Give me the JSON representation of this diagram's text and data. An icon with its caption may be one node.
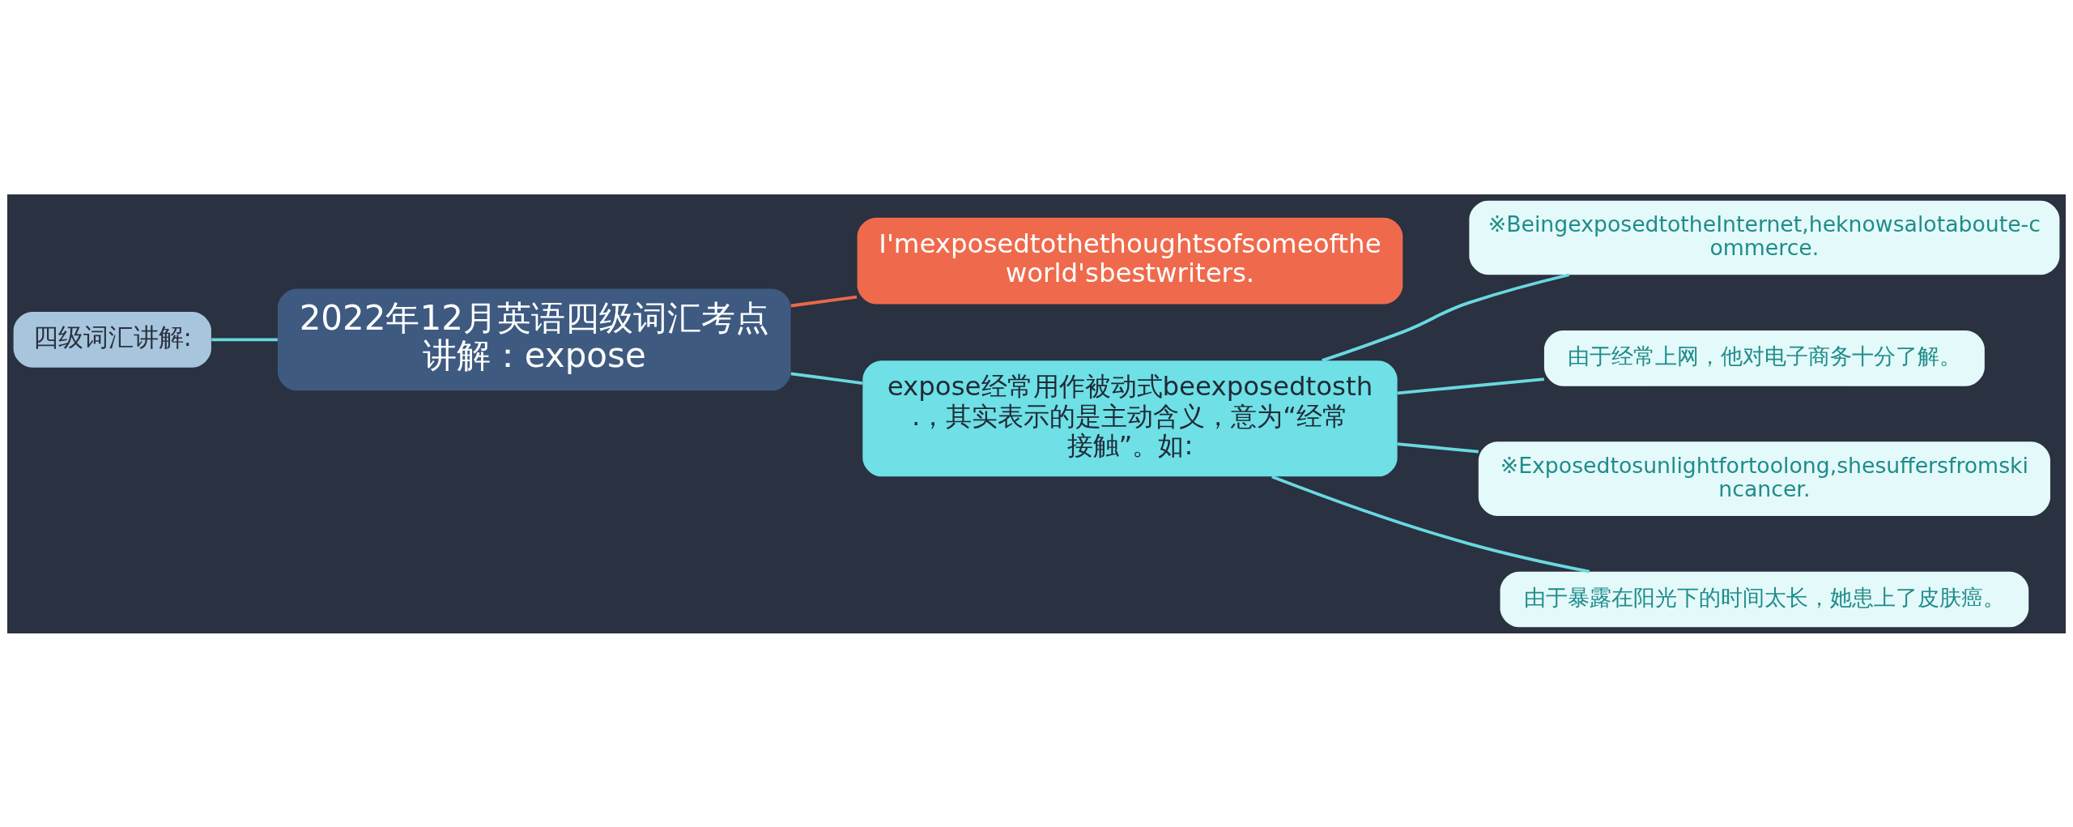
{
  "diagram": {
    "nodes": [
      {
        "text": [
          "四级词汇讲解:"
        ]
      },
      {
        "text": [
          "2022年12月英语四级词汇考点讲解：expose"
        ]
      },
      {
        "text": [
          "I'mexposedtothethoughtsofsomeoftheworld'sbestwriters."
        ]
      },
      {
        "text": [
          "expose经常用作被动式beexposedtosth.，其实表示的是主动含义，意为“经常接触”。如:"
        ]
      },
      {
        "text": [
          "※BeingexposedtotheInternet,heknowsalotaboute-commerce."
        ]
      },
      {
        "text": [
          "由于经常上网，他对电子商务十分了解。"
        ]
      },
      {
        "text": [
          "※Exposedtosunlightfortoolong,shesuffersfromskincancer."
        ]
      },
      {
        "text": [
          "由于暴露在阳光下的时间太长，她患上了皮肤癌。"
        ]
      }
    ],
    "edges": [
      {
        "from": 0,
        "to": 1,
        "arrow": "none"
      },
      {
        "from": 1,
        "to": 2,
        "arrow": "none",
        "color": "#e8694a"
      },
      {
        "from": 1,
        "to": 3,
        "arrow": "none"
      },
      {
        "from": 3,
        "to": 4,
        "arrow": "none"
      },
      {
        "from": 3,
        "to": 5,
        "arrow": "none"
      },
      {
        "from": 3,
        "to": 6,
        "arrow": "none"
      },
      {
        "from": 3,
        "to": 7,
        "arrow": "none"
      }
    ]
  }
}
